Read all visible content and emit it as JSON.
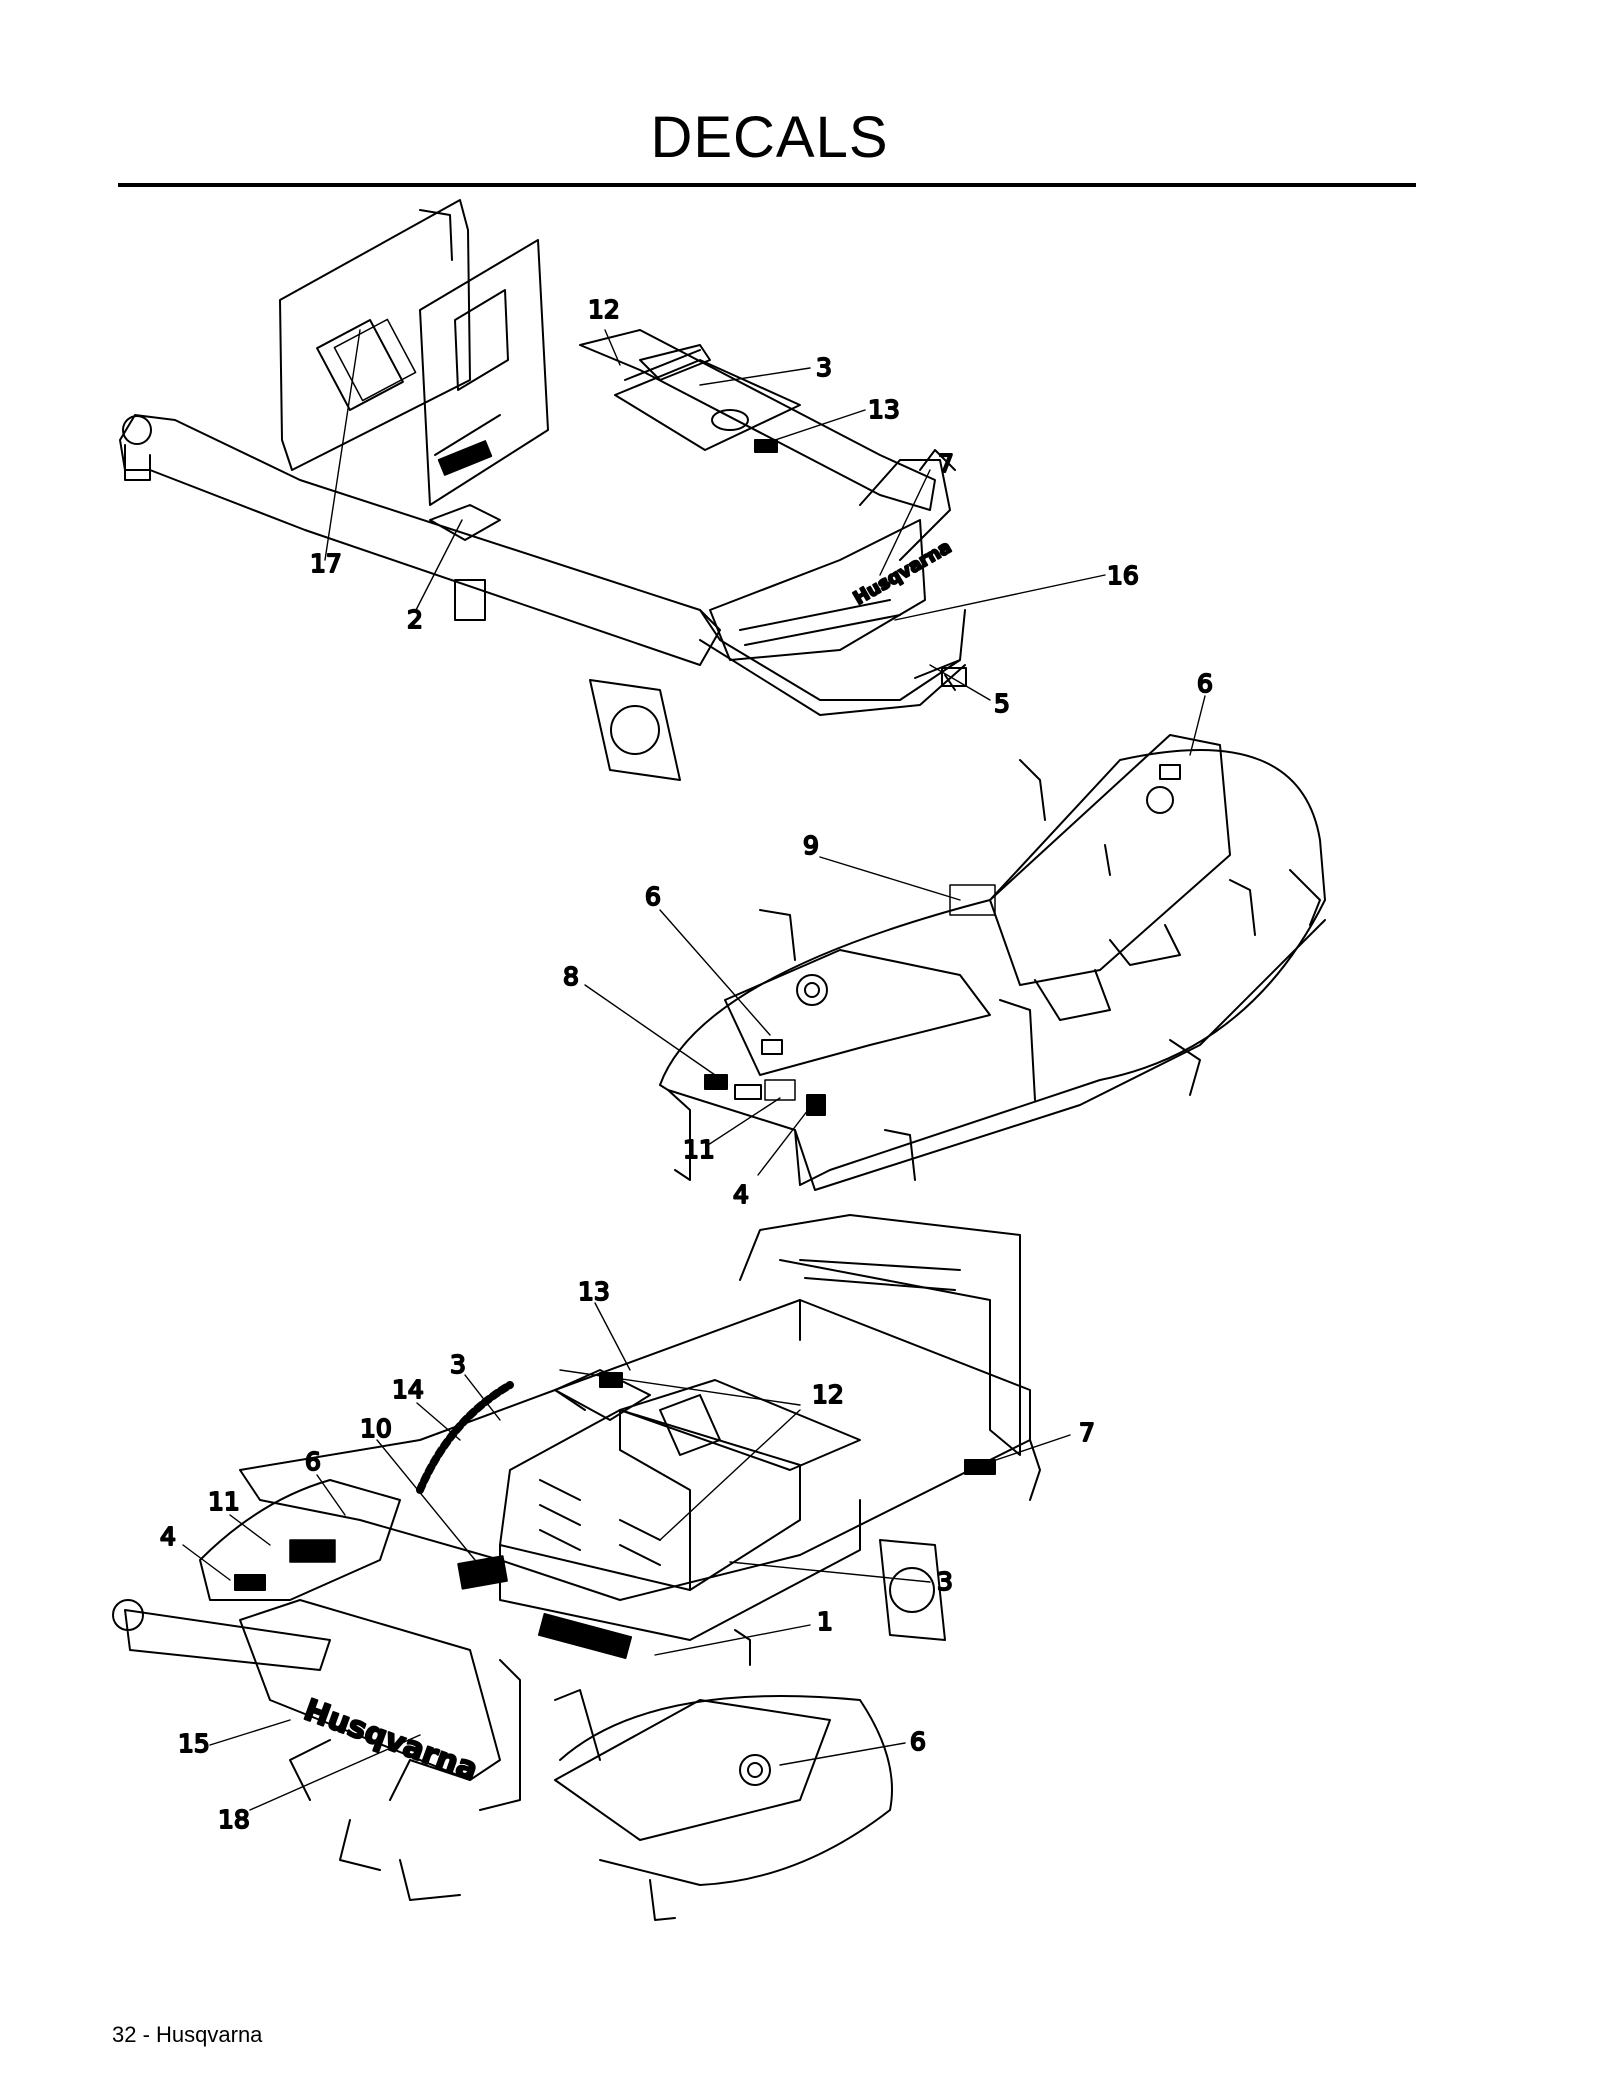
{
  "page": {
    "title": "DECALS",
    "footer": "32 - Husqvarna"
  },
  "figures": {
    "frame": {
      "callouts": [
        "12",
        "3",
        "13",
        "7",
        "16",
        "5",
        "17",
        "2"
      ],
      "brand_text": "Husqvarna"
    },
    "deck": {
      "callouts": [
        "6",
        "9",
        "6",
        "8",
        "11",
        "4"
      ]
    },
    "assembly": {
      "callouts": [
        "13",
        "3",
        "14",
        "12",
        "10",
        "6",
        "11",
        "4",
        "7",
        "3",
        "1",
        "15",
        "6",
        "18"
      ],
      "brand_text": "Husqvarna"
    }
  }
}
